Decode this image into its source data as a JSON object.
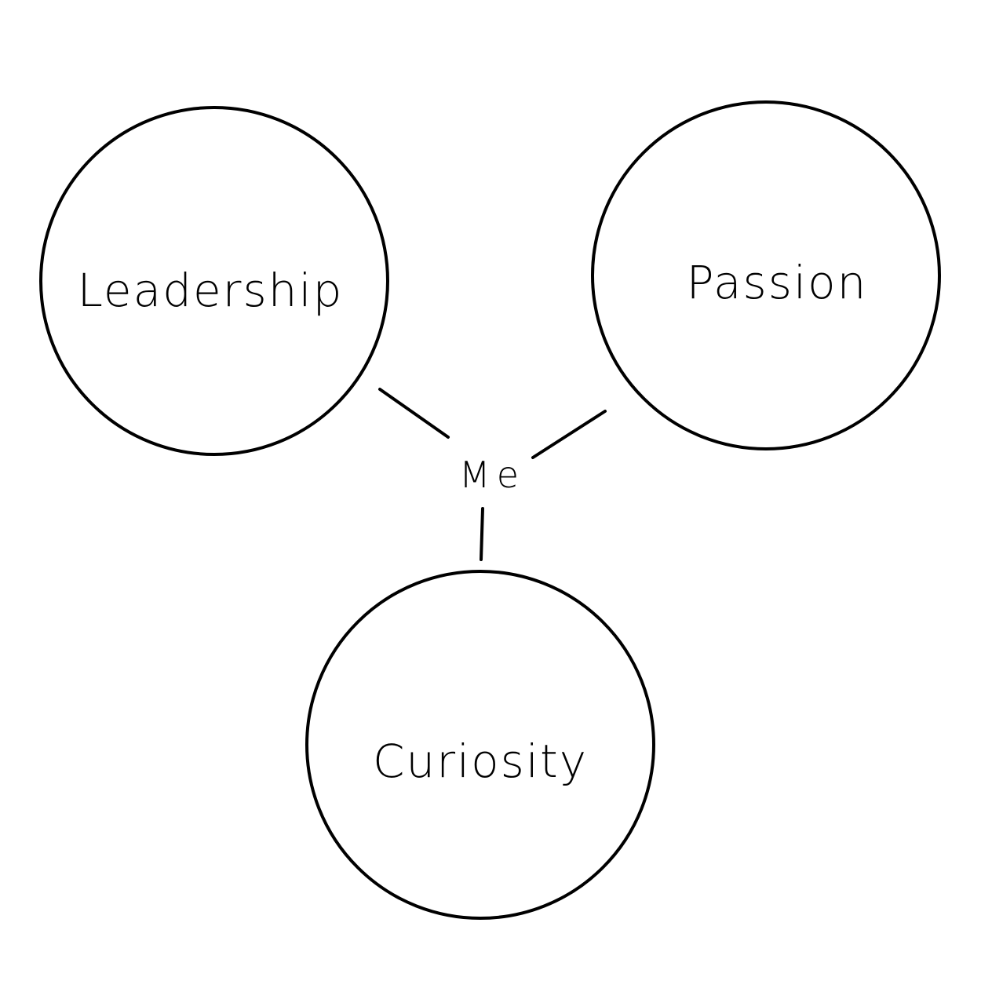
{
  "diagram": {
    "center": {
      "label": "Me"
    },
    "nodes": [
      {
        "id": "leadership",
        "label": "Leadership"
      },
      {
        "id": "passion",
        "label": "Passion"
      },
      {
        "id": "curiosity",
        "label": "Curiosity"
      }
    ],
    "colors": {
      "background": "#ffffff",
      "stroke": "#000000"
    }
  }
}
